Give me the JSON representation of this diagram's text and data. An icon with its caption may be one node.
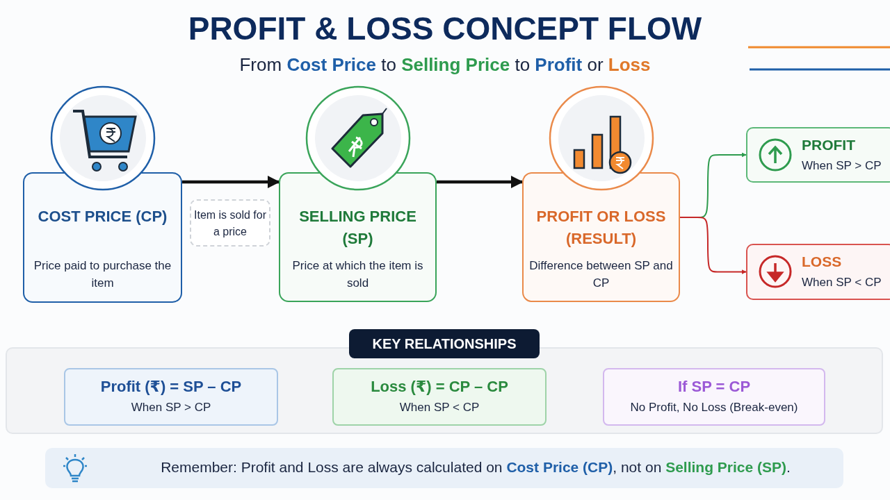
{
  "diagram": {
    "title": "PROFIT & LOSS CONCEPT FLOW",
    "labels": [
      "From **Cost Price** to **Selling Price** to **Profit** or **Loss**"
    ],
    "nodes": [
      {
        "text": [
          "COST PRICE (CP)",
          "Price paid to purchase the item"
        ]
      },
      {
        "text": [
          "Item is sold for a price"
        ]
      },
      {
        "text": [
          "SELLING PRICE (SP)",
          "Price at which the item is sold"
        ]
      },
      {
        "text": [
          "PROFIT OR LOSS (RESULT)",
          "Difference between SP and CP"
        ]
      },
      {
        "text": [
          "PROFIT",
          "When SP > CP"
        ]
      },
      {
        "text": [
          "LOSS",
          "When SP < CP"
        ]
      },
      {
        "text": [
          "KEY RELATIONSHIPS"
        ]
      },
      {
        "text": [
          "Profit (₹) = SP – CP",
          "When SP > CP"
        ],
        "in": 6
      },
      {
        "text": [
          "Loss (₹) = CP – CP",
          "When SP < CP"
        ],
        "in": 6
      },
      {
        "text": [
          "If SP = CP",
          "No Profit, No Loss (Break-even)"
        ],
        "in": 6
      },
      {
        "text": [
          "Remember: Profit and Loss are always calculated on **Cost Price (CP)**, not on **Selling Price (SP)**."
        ]
      }
    ],
    "edges": [
      {
        "from": 0,
        "to": 2,
        "arrow": "to",
        "style": "thick"
      },
      {
        "from": 2,
        "to": 3,
        "arrow": "to",
        "style": "thick"
      },
      {
        "from": 3,
        "to": 4,
        "arrow": "to",
        "color": "#2e9b4e"
      },
      {
        "from": 3,
        "to": 5,
        "arrow": "to",
        "color": "#c62828"
      }
    ]
  }
}
